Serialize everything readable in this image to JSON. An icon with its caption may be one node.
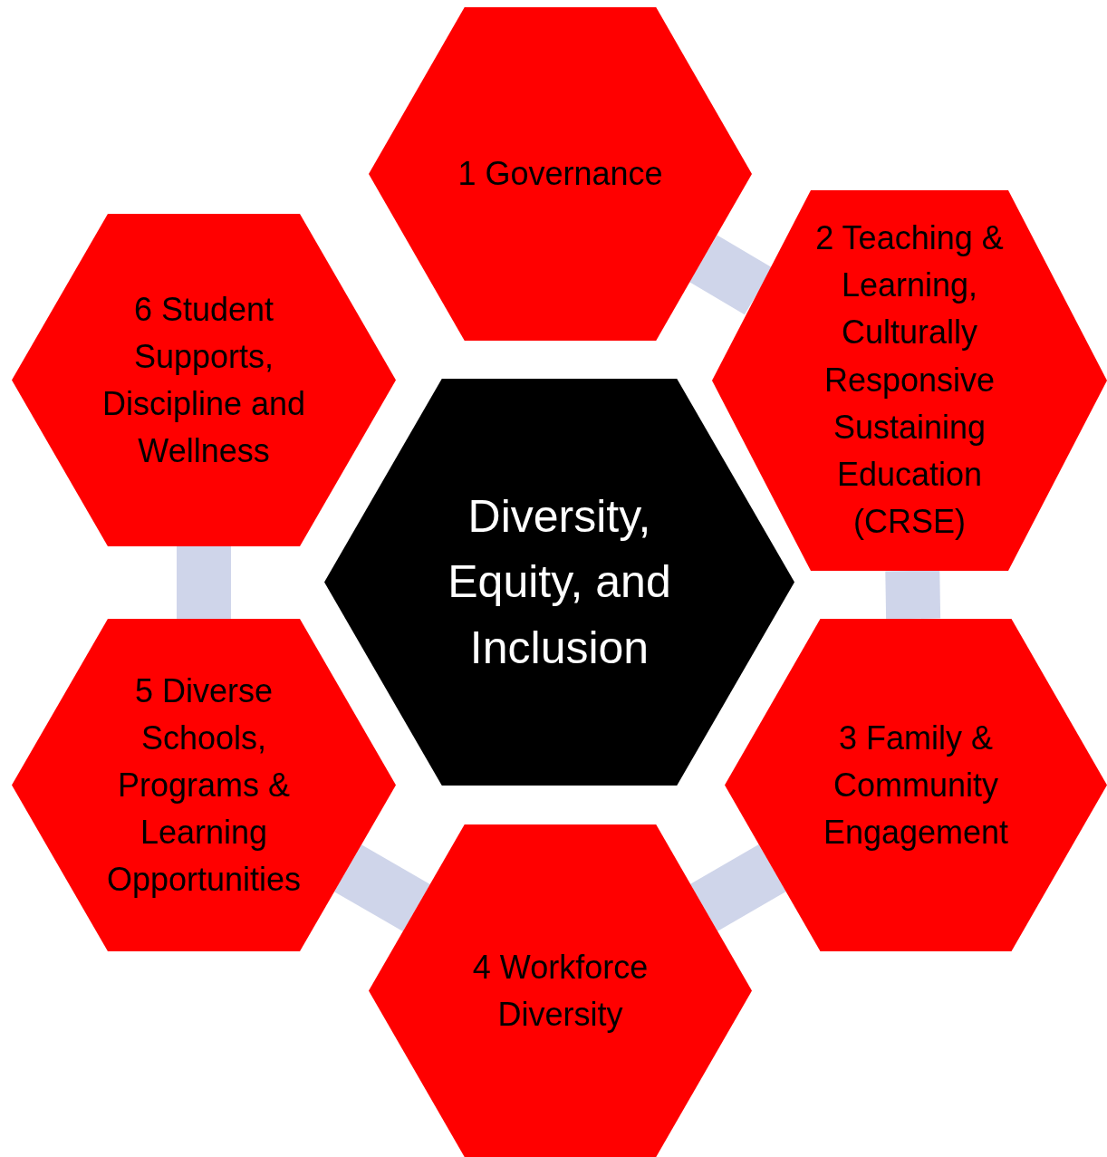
{
  "diagram": {
    "nodes": [
      {
        "text": [
          "1 Governance"
        ]
      },
      {
        "text": [
          "2 Teaching & Learning, Culturally Responsive Sustaining Education (CRSE)"
        ]
      },
      {
        "text": [
          "3 Family & Community Engagement"
        ]
      },
      {
        "text": [
          "4 Workforce Diversity"
        ]
      },
      {
        "text": [
          "5 Diverse Schools, Programs & Learning Opportunities"
        ]
      },
      {
        "text": [
          "6 Student Supports, Discipline and Wellness"
        ]
      },
      {
        "text": [
          "Diversity, Equity, and Inclusion"
        ]
      }
    ],
    "edges": [
      {
        "from": 0,
        "to": 1,
        "arrow": "none",
        "color": "#cfd5ea"
      },
      {
        "from": 1,
        "to": 2,
        "arrow": "none",
        "color": "#cfd5ea"
      },
      {
        "from": 2,
        "to": 3,
        "arrow": "none",
        "color": "#cfd5ea"
      },
      {
        "from": 3,
        "to": 4,
        "arrow": "none",
        "color": "#cfd5ea"
      },
      {
        "from": 4,
        "to": 5,
        "arrow": "none",
        "color": "#cfd5ea"
      }
    ]
  }
}
